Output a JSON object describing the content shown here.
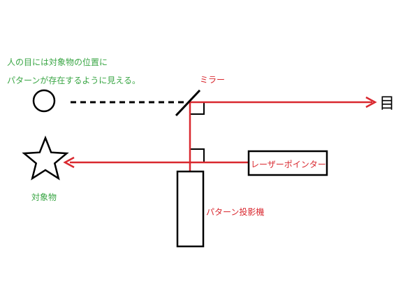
{
  "annotation": {
    "line1": "人の目には対象物の位置に",
    "line2": "パターンが存在するように見える。"
  },
  "labels": {
    "mirror": "ミラー",
    "eye": "目",
    "laser_pointer": "レーザーポインター",
    "object": "対象物",
    "pattern_projector": "パターン投影機"
  },
  "colors": {
    "annotation_green": "#3aa645",
    "beam_red": "#d9282f",
    "ink_black": "#000000"
  }
}
